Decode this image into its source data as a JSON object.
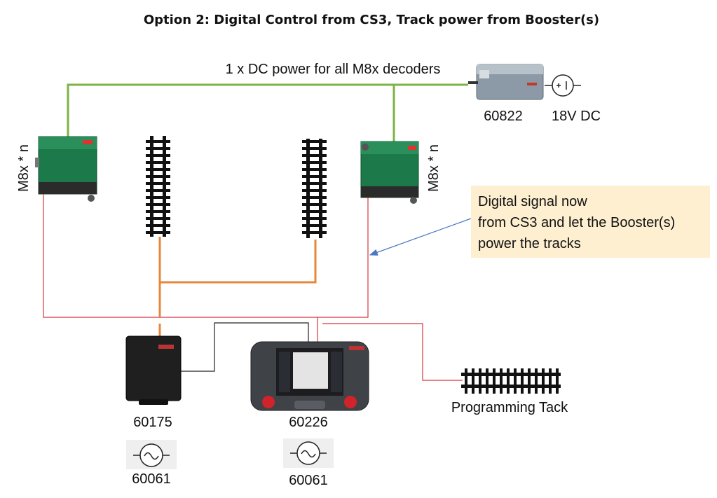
{
  "title": "Option 2: Digital Control from CS3, Track power from Booster(s)",
  "dc_power_label": "1 x DC power for all M8x decoders",
  "power_supply": {
    "id_label": "60822",
    "voltage_label": "18V DC"
  },
  "decoder_left": {
    "label": "M8x * n"
  },
  "decoder_right": {
    "label": "M8x * n"
  },
  "callout": {
    "lines": [
      "Digital signal now",
      "from CS3 and let the Booster(s)",
      "power the tracks"
    ]
  },
  "booster": {
    "label": "60175",
    "transformer_label": "60061"
  },
  "central_station": {
    "label": "60226",
    "transformer_label": "60061"
  },
  "programming_track": {
    "label": "Programming Tack"
  },
  "colors": {
    "dc_wire": "#7cb342",
    "track_wire": "#e8873a",
    "signal_wire": "#d9363e",
    "control_wire": "#222222",
    "callout_bg": "#fdefd0",
    "arrow": "#4a78c2"
  }
}
